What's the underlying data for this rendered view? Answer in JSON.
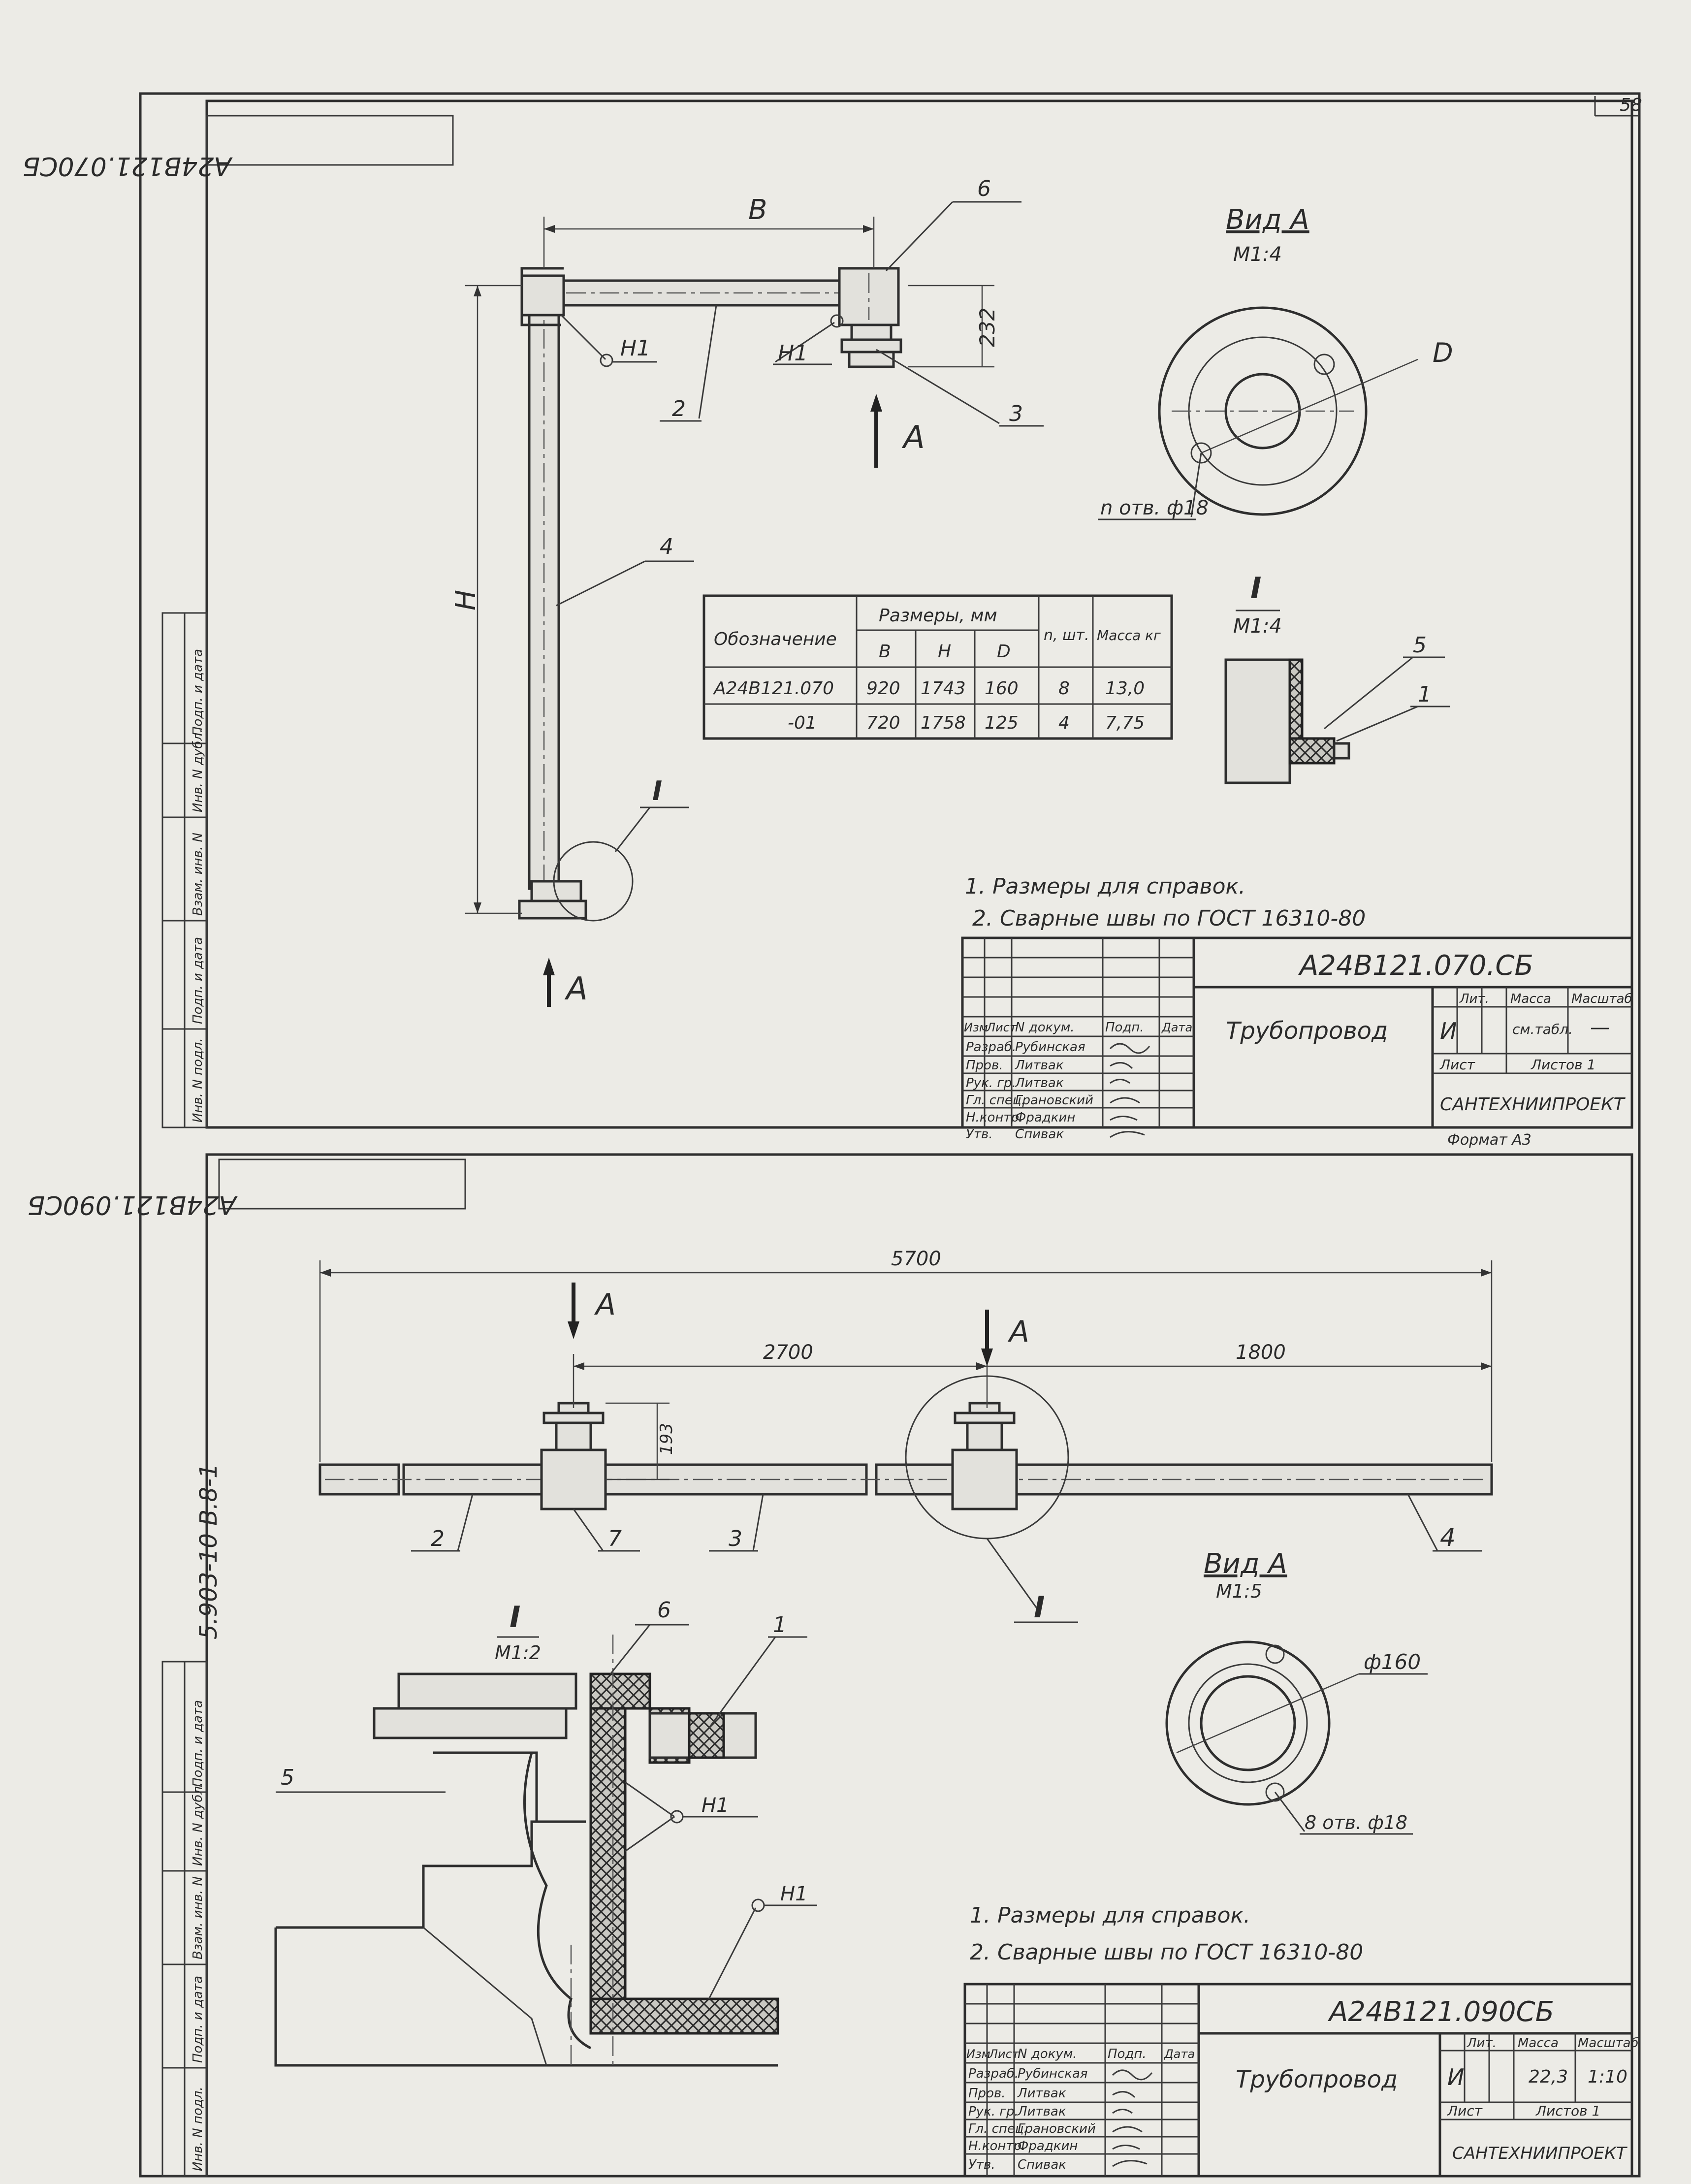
{
  "page_number": "58",
  "side_label": "5.903-10   В.8-1",
  "sheet1": {
    "rotated_code": "А24В121.070СБ",
    "labels": {
      "dim_b": "В",
      "dim_232": "232",
      "dim_h": "Н",
      "h1a": "Н1",
      "h1b": "Н1",
      "pos2": "2",
      "pos3": "3",
      "pos4": "4",
      "pos6": "6",
      "arrow_a_top": "А",
      "arrow_a_bottom": "А",
      "detail_i": "I",
      "view_a_title": "Вид А",
      "view_a_scale": "М1:4",
      "view_a_d": "D",
      "view_a_holes": "n отв. ф18",
      "detail_title": "I",
      "detail_scale": "М1:4",
      "detail_pos5": "5",
      "detail_pos1": "1"
    },
    "table": {
      "h_designation": "Обозначение",
      "h_sizes": "Размеры, мм",
      "h_b": "В",
      "h_h": "Н",
      "h_d": "D",
      "h_n": "n, шт.",
      "h_mass": "Масса кг",
      "rows": [
        {
          "designation": "А24В121.070",
          "b": "920",
          "h": "1743",
          "d": "160",
          "n": "8",
          "mass": "13,0"
        },
        {
          "designation": "-01",
          "b": "720",
          "h": "1758",
          "d": "125",
          "n": "4",
          "mass": "7,75"
        }
      ]
    },
    "notes": [
      "1. Размеры для справок.",
      "2. Сварные швы  по  ГОСТ 16310-80"
    ],
    "title_block": {
      "code": "А24В121.070.СБ",
      "title": "Трубопровод",
      "h_izm": "Изм",
      "h_list": "Лист",
      "h_doc": "N докум.",
      "h_sign": "Подп.",
      "h_date": "Дата",
      "roles": [
        "Разраб.",
        "Пров.",
        "Рук. гр.",
        "Гл. спец.",
        "Н.контр.",
        "Утв."
      ],
      "names": [
        "Рубинская",
        "Литвак",
        "Литвак",
        "Грановский",
        "Фрадкин",
        "Спивак"
      ],
      "lit_label": "Лит.",
      "lit_value": "И",
      "mass_label": "Масса",
      "mass_value": "см.табл.",
      "scale_label": "Масштаб",
      "scale_value": "—",
      "sheet_label": "Лист",
      "sheets_label": "Листов  1",
      "org": "САНТЕХНИИПРОЕКТ",
      "format": "Формат А3"
    },
    "stamp_left": [
      "Подп. и дата",
      "Инв. N дубл.",
      "Взам. инв. N",
      "Подп. и дата",
      "Инв. N подл."
    ]
  },
  "sheet2": {
    "rotated_code": "А24В121.090СБ",
    "labels": {
      "dim_5700": "5700",
      "dim_2700": "2700",
      "dim_1800": "1800",
      "dim_193": "193",
      "a1": "А",
      "a2": "А",
      "pos2": "2",
      "pos7": "7",
      "pos3": "3",
      "pos4": "4",
      "detail_i": "I",
      "view_a_title": "Вид А",
      "view_a_scale": "М1:5",
      "view_a_d": "ф160",
      "view_a_holes": "8 отв. ф18",
      "detail_title": "I",
      "detail_scale": "М1:2",
      "d_pos6": "6",
      "d_pos1": "1",
      "d_pos5": "5",
      "d_h1a": "Н1",
      "d_h1b": "Н1"
    },
    "notes": [
      "1. Размеры для справок.",
      "2. Сварные швы  по  ГОСТ 16310-80"
    ],
    "title_block": {
      "code": "А24В121.090СБ",
      "title": "Трубопровод",
      "h_izm": "Изм",
      "h_list": "Лист",
      "h_doc": "N докум.",
      "h_sign": "Подп.",
      "h_date": "Дата",
      "roles": [
        "Разраб.",
        "Пров.",
        "Рук. гр.",
        "Гл. спец.",
        "Н.контр.",
        "Утв."
      ],
      "names": [
        "Рубинская",
        "Литвак",
        "Литвак",
        "Грановский",
        "Фрадкин",
        "Спивак"
      ],
      "lit_label": "Лит.",
      "lit_value": "И",
      "mass_label": "Масса",
      "mass_value": "22,3",
      "scale_label": "Масштаб",
      "scale_value": "1:10",
      "sheet_label": "Лист",
      "sheets_label": "Листов  1",
      "org": "САНТЕХНИИПРОЕКТ"
    },
    "stamp_left": [
      "Подп. и дата",
      "Инв. N дубл.",
      "Взам. инв. N",
      "Подп. и дата",
      "Инв. N подл."
    ]
  }
}
